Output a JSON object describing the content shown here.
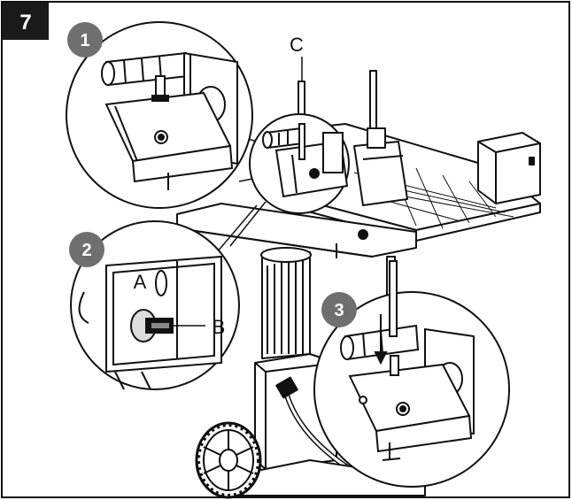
{
  "figure": {
    "step_number": "7",
    "callouts": [
      {
        "number": "1"
      },
      {
        "number": "2"
      },
      {
        "number": "3"
      }
    ],
    "part_labels": {
      "a": "A",
      "b": "B",
      "c": "C"
    }
  },
  "colors": {
    "line": "#111111",
    "badge": "#1a1a1a",
    "callout_badge": "#6f6f6f",
    "background": "#ffffff"
  }
}
